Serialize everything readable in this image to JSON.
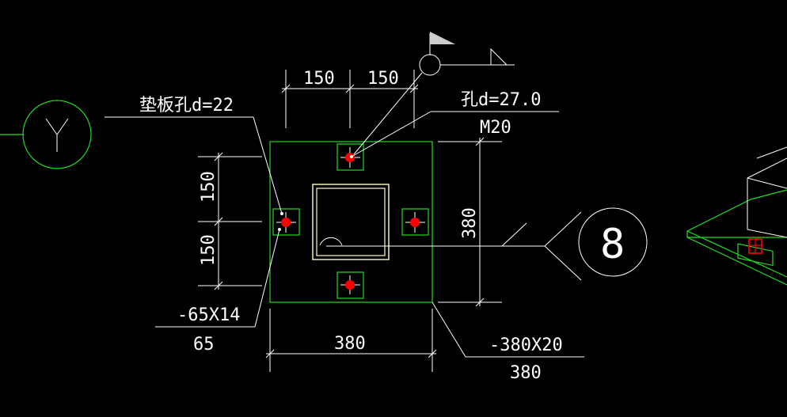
{
  "drawing": {
    "colors": {
      "background": "#000000",
      "plate": "#22dd22",
      "bolt": "#ff0000",
      "column": "#ffffcc",
      "line": "#ffffff"
    },
    "axis_tag": "Y",
    "section_tag": "8",
    "dimensions": {
      "top_left": "150",
      "top_right": "150",
      "left_upper": "150",
      "left_lower": "150",
      "right_height": "380",
      "bottom_width": "380"
    },
    "labels": {
      "washer_hole": "垫板孔d=22",
      "hole": "孔d=27.0",
      "bolt_size": "M20",
      "washer_size": "-65X14",
      "washer_width": "65",
      "plate_size": "-380X20",
      "plate_width": "380"
    }
  }
}
